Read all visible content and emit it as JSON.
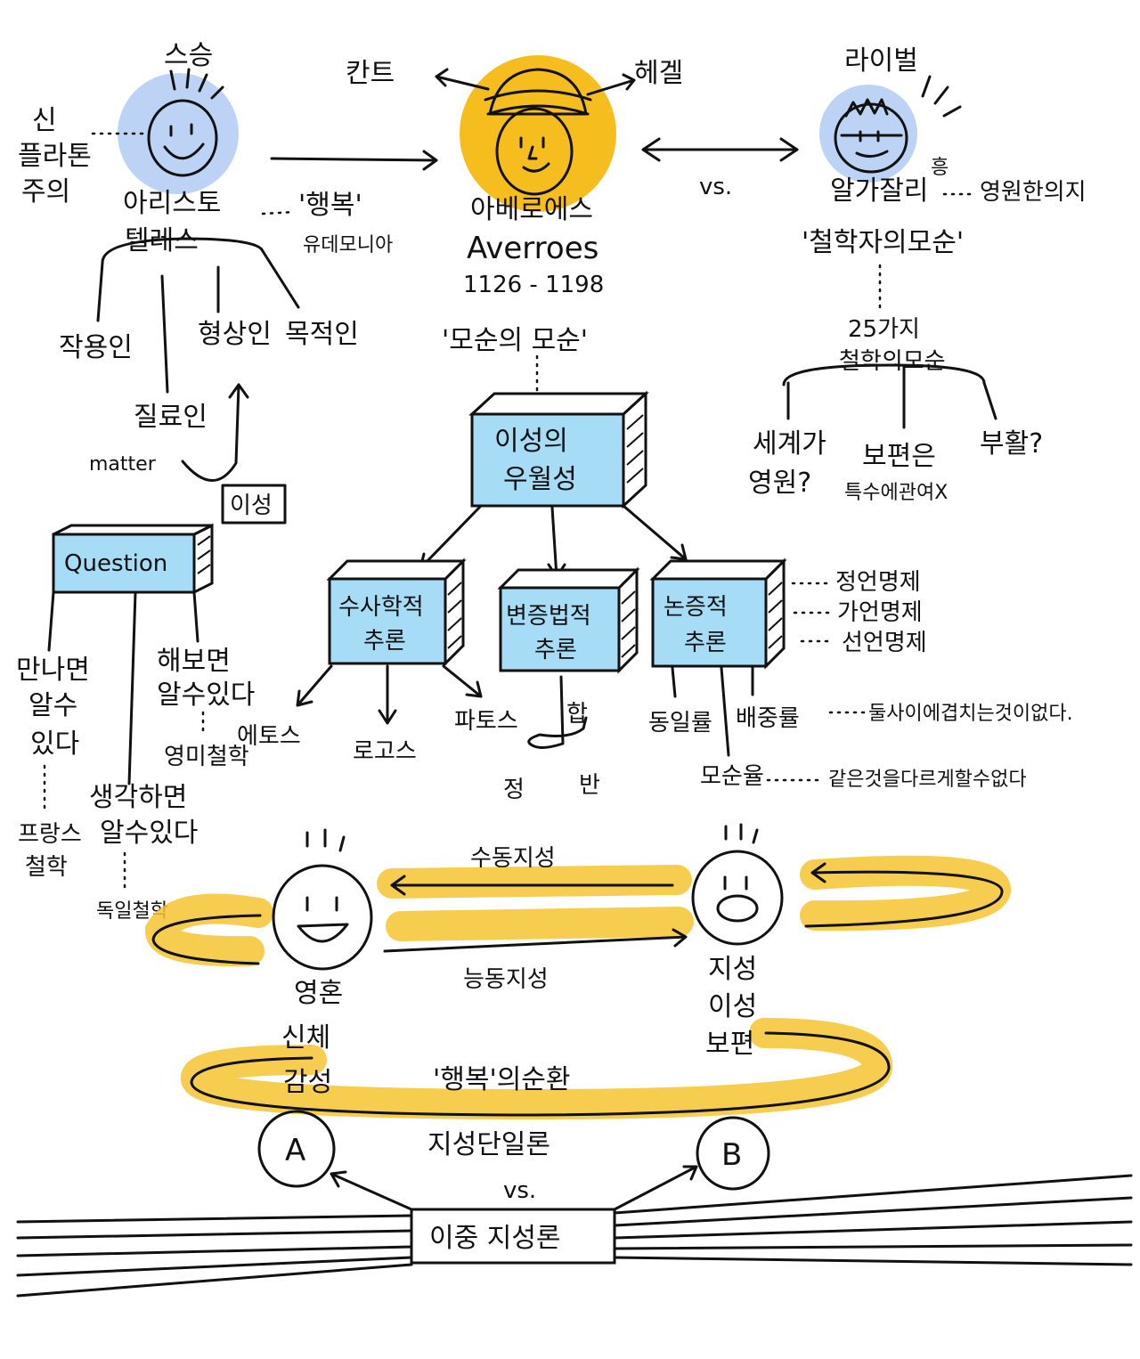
{
  "center": {
    "name_ko": "아베로에스",
    "name_en": "Averroes",
    "years": "1126 - 1198",
    "work": "'모순의 모순'",
    "influenced_left": "칸트",
    "influenced_right": "헤겔"
  },
  "teacher": {
    "label": "스승",
    "name_line1": "아리스토",
    "name_line2": "텔레스",
    "side_1": "신",
    "side_2": "플라톤",
    "side_3": "주의",
    "concept": "'행복'",
    "concept_sub": "유데모니아",
    "causes": [
      "작용인",
      "질료인",
      "형상인",
      "목적인"
    ],
    "matter": "matter",
    "reason_box": "이성"
  },
  "rival": {
    "label": "라이벌",
    "exclaim": "흥",
    "name": "알가잘리",
    "attr": "영원한의지",
    "work": "'철학자의모순'",
    "count_line1": "25가지",
    "count_line2": "철학의모순",
    "branches": [
      {
        "line1": "세계가",
        "line2": "영원?"
      },
      {
        "line1": "보편은",
        "line2": "특수에관여X"
      },
      {
        "line1": "부활?",
        "line2": ""
      }
    ]
  },
  "vs_top": "vs.",
  "reason": {
    "line1": "이성의",
    "line2": "우월성",
    "children": [
      {
        "line1": "수사학적",
        "line2": "추론",
        "subs": [
          "에토스",
          "로고스",
          "파토스"
        ]
      },
      {
        "line1": "변증법적",
        "line2": "추론",
        "subs": [
          "합",
          "정",
          "반"
        ]
      },
      {
        "line1": "논증적",
        "line2": "추론",
        "props": [
          "정언명제",
          "가언명제",
          "선언명제"
        ],
        "laws": [
          "동일률",
          "배중률",
          "모순율"
        ],
        "law_notes": [
          "둘사이에겹치는것이없다.",
          "같은것을다르게할수없다"
        ]
      }
    ]
  },
  "question": {
    "title": "Question",
    "a": {
      "line1": "만나면",
      "line2": "알수",
      "line3": "있다",
      "school_1": "프랑스",
      "school_2": "철학"
    },
    "b": {
      "line1": "생각하면",
      "line2": "알수있다",
      "school": "독일철학"
    },
    "c": {
      "line1": "해보면",
      "line2": "알수있다",
      "school": "영미철학"
    }
  },
  "bottom": {
    "passive": "수동지성",
    "active": "능동지성",
    "left_words": [
      "영혼",
      "신체",
      "감성"
    ],
    "right_words": [
      "지성",
      "이성",
      "보편"
    ],
    "cycle": "'행복'의순환",
    "label_a": "A",
    "label_b": "B",
    "theory_a": "지성단일론",
    "vs": "vs.",
    "theory_b": "이중 지성론"
  }
}
